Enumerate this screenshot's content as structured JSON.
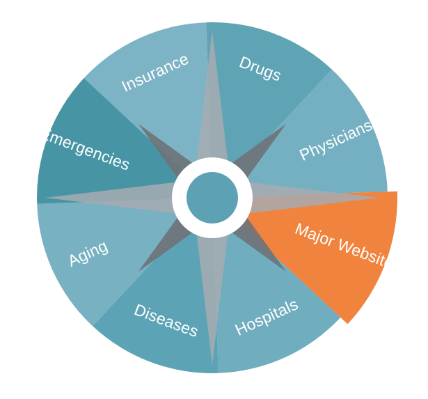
{
  "segments": [
    {
      "label": "Drugs",
      "color": "#5ea4b4",
      "highlighted": false
    },
    {
      "label": "Physicians",
      "color": "#75b0c2",
      "highlighted": false
    },
    {
      "label": "Major Websites",
      "color": "#f0833d",
      "highlighted": true
    },
    {
      "label": "Hospitals",
      "color": "#6fadbf",
      "highlighted": false
    },
    {
      "label": "Diseases",
      "color": "#5ca4b5",
      "highlighted": false
    },
    {
      "label": "Aging",
      "color": "#77b1c2",
      "highlighted": false
    },
    {
      "label": "Emergencies",
      "color": "#4794a5",
      "highlighted": false
    },
    {
      "label": "Insurance",
      "color": "#7db4c5",
      "highlighted": false
    }
  ],
  "colors": {
    "star_dark": "#6e7278",
    "star_light": "#a7acb1",
    "center_ring": "#ffffff",
    "center_dot": "#5da1b5"
  }
}
